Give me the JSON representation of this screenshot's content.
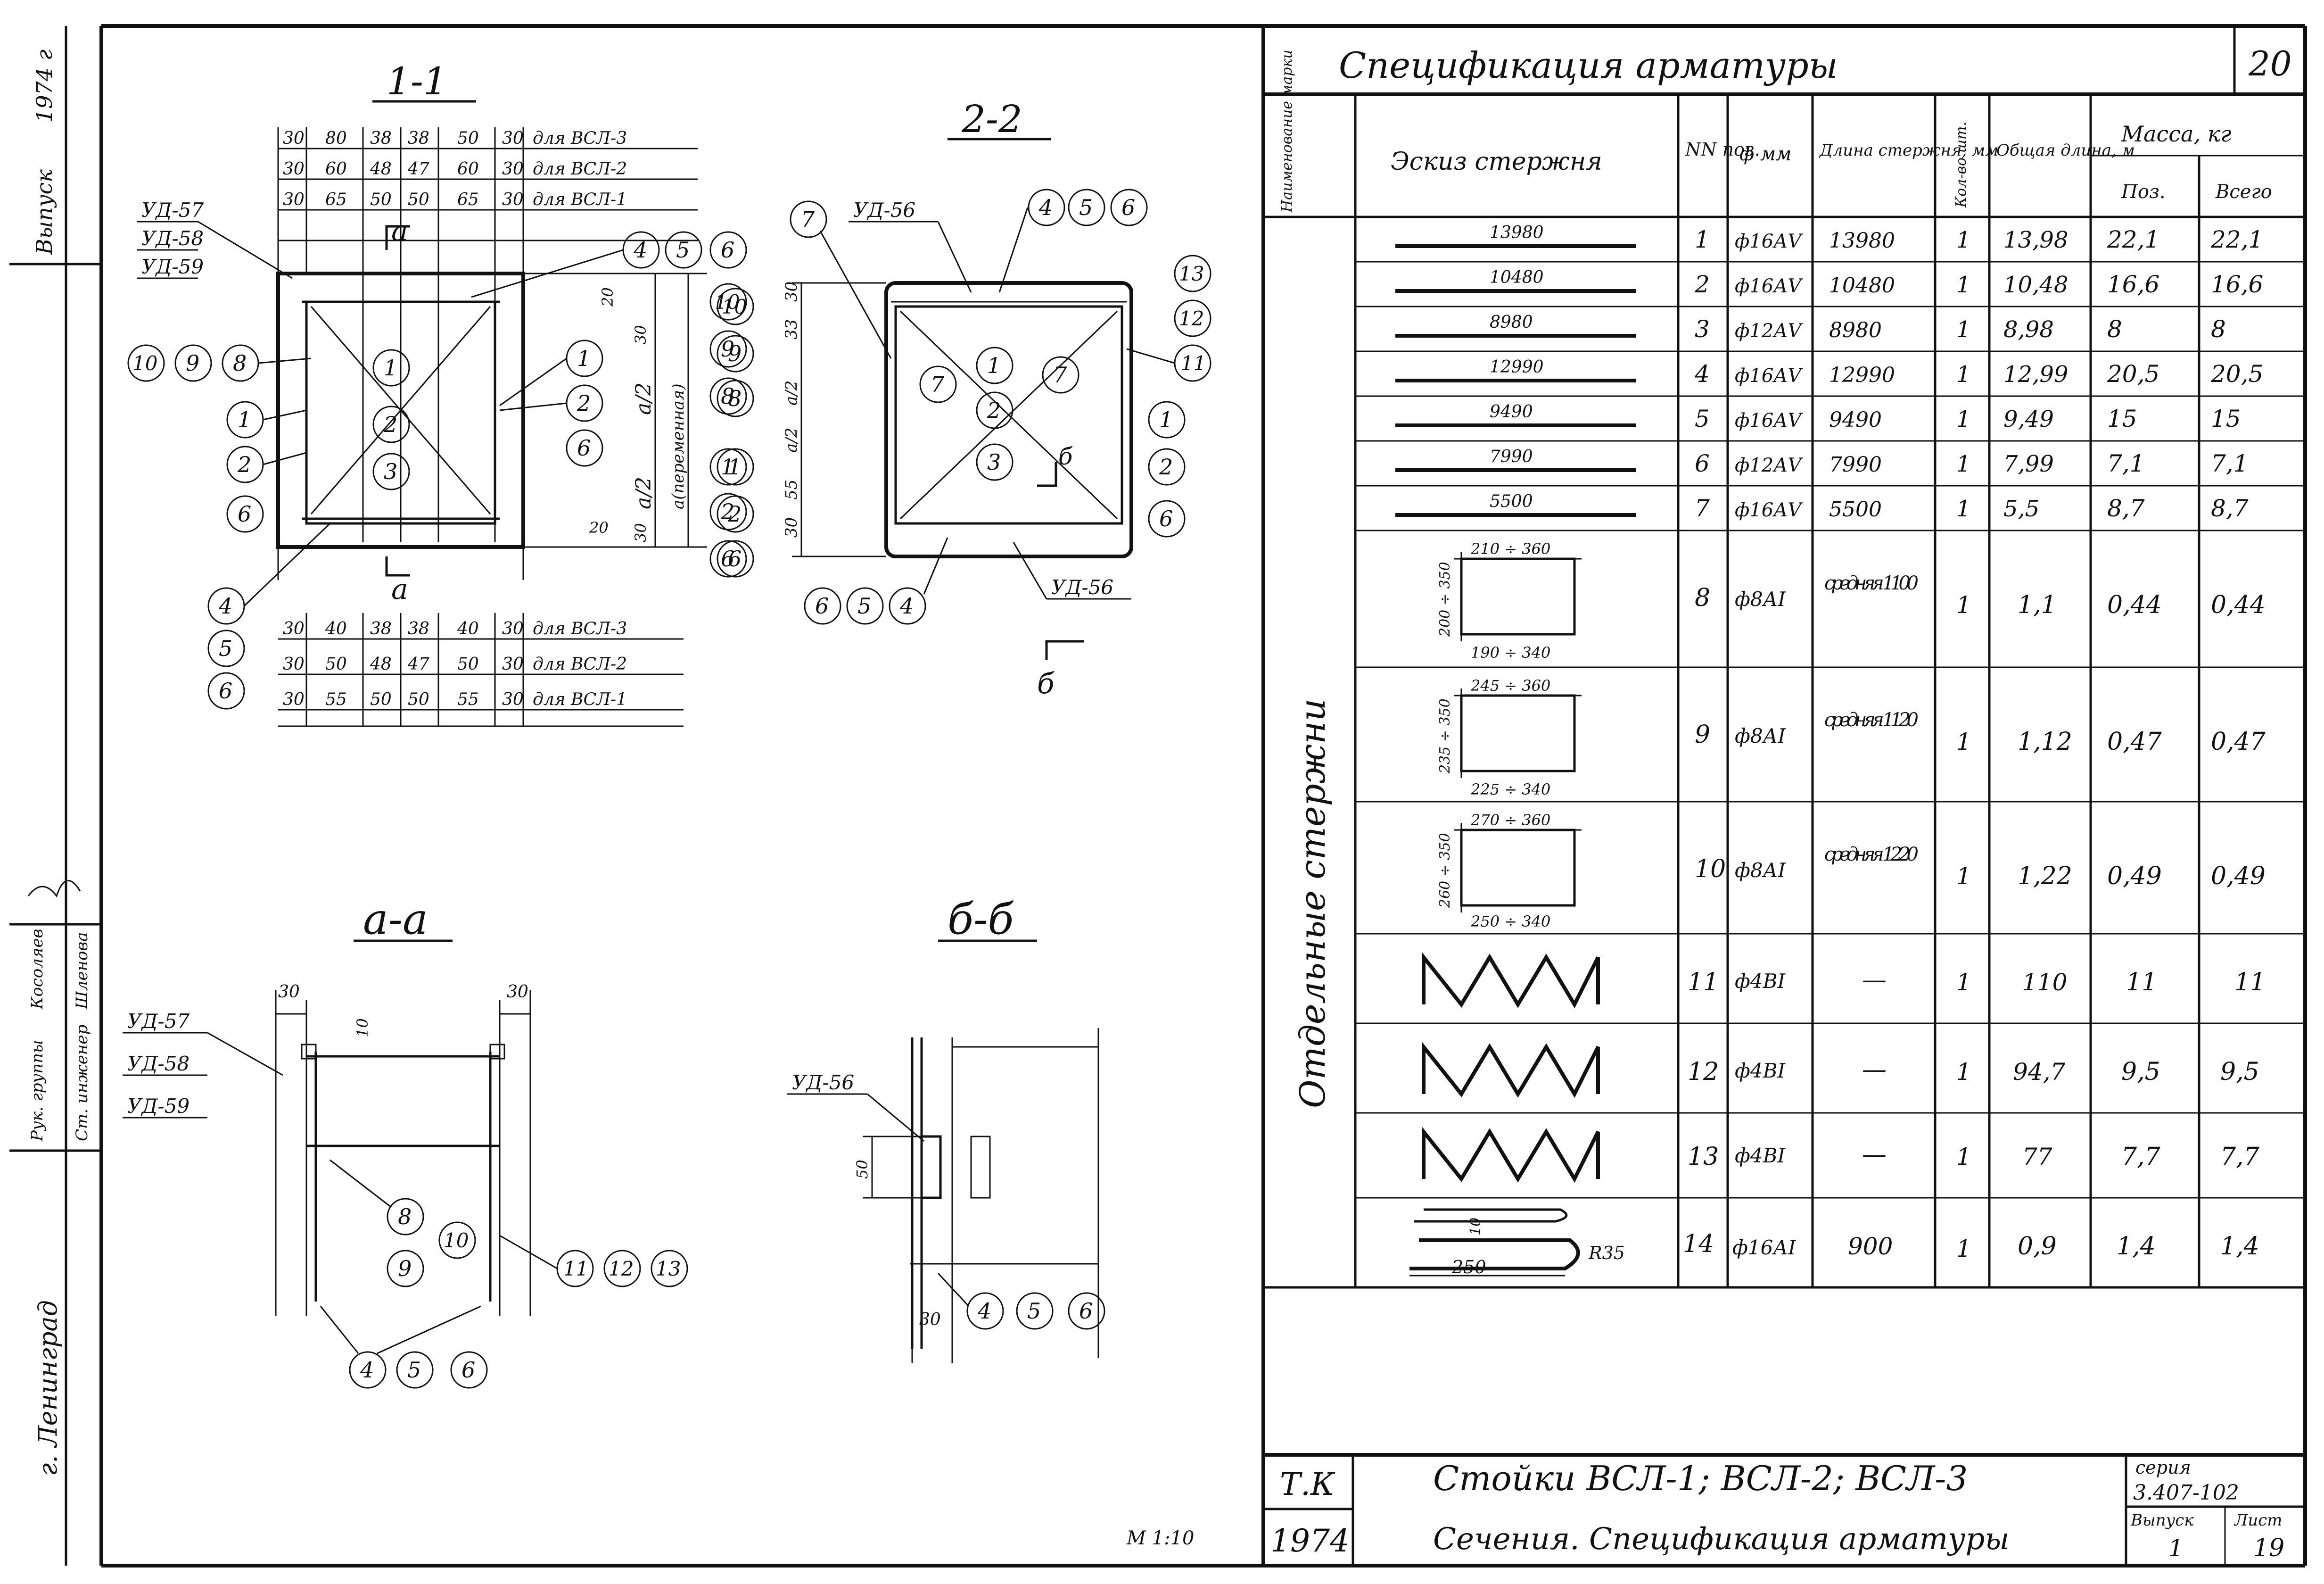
{
  "sheet_number": "20",
  "margin_stamp": {
    "year": "1974 г",
    "issue": "Выпуск",
    "roles": [
      "Рук. группы",
      "Ст. инженер"
    ],
    "names": [
      "Косоляев",
      "Шленова"
    ],
    "city": "г. Ленинград"
  },
  "sections": {
    "s11": "1-1",
    "s22": "2-2",
    "saa": "а-а",
    "sbb": "б-б",
    "cut_a": "а",
    "cut_b": "б"
  },
  "detail_labels": {
    "ud56": "УД-56",
    "ud57": "УД-57",
    "ud58": "УД-58",
    "ud59": "УД-59"
  },
  "dims_top": [
    {
      "cells": [
        "30",
        "80",
        "38",
        "38",
        "50",
        "30"
      ],
      "note": "для ВСЛ-3"
    },
    {
      "cells": [
        "30",
        "60",
        "48",
        "47",
        "60",
        "30"
      ],
      "note": "для ВСЛ-2"
    },
    {
      "cells": [
        "30",
        "65",
        "50",
        "50",
        "65",
        "30"
      ],
      "note": "для ВСЛ-1"
    }
  ],
  "dims_bottom": [
    {
      "cells": [
        "30",
        "40",
        "38",
        "38",
        "40",
        "30"
      ],
      "note": "для ВСЛ-3"
    },
    {
      "cells": [
        "30",
        "50",
        "48",
        "47",
        "50",
        "30"
      ],
      "note": "для ВСЛ-2"
    },
    {
      "cells": [
        "30",
        "55",
        "50",
        "50",
        "55",
        "30"
      ],
      "note": "для ВСЛ-1"
    }
  ],
  "dim_misc": {
    "a_half": "а/2",
    "a_var": "а(переменная)",
    "d30": "30",
    "d20": "20",
    "d10": "10",
    "d50": "50",
    "d33": "33",
    "d55": "55",
    "scale": "М 1:10"
  },
  "spec": {
    "title": "Спецификация    арматуры",
    "headers": {
      "name": "Наименование марки",
      "sketch": "Эскиз  стержня",
      "pos": "NN поз.",
      "dia": "ф мм",
      "length": "Длина стержня, мм",
      "qty": "Кол-во шт.",
      "total_len": "Общая длина, м",
      "mass": "Масса, кг",
      "mass_pos": "Поз.",
      "mass_total": "Всего"
    },
    "group_label": "Отдельные   стержни",
    "rows": [
      {
        "sketch": "13980",
        "pos": "1",
        "dia": "ф16АⅤ",
        "len": "13980",
        "qty": "1",
        "total": "13,98",
        "mpos": "22,1",
        "mall": "22,1"
      },
      {
        "sketch": "10480",
        "pos": "2",
        "dia": "ф16АⅤ",
        "len": "10480",
        "qty": "1",
        "total": "10,48",
        "mpos": "16,6",
        "mall": "16,6"
      },
      {
        "sketch": "8980",
        "pos": "3",
        "dia": "ф12АⅤ",
        "len": "8980",
        "qty": "1",
        "total": "8,98",
        "mpos": "8",
        "mall": "8"
      },
      {
        "sketch": "12990",
        "pos": "4",
        "dia": "ф16АⅤ",
        "len": "12990",
        "qty": "1",
        "total": "12,99",
        "mpos": "20,5",
        "mall": "20,5"
      },
      {
        "sketch": "9490",
        "pos": "5",
        "dia": "ф16АⅤ",
        "len": "9490",
        "qty": "1",
        "total": "9,49",
        "mpos": "15",
        "mall": "15"
      },
      {
        "sketch": "7990",
        "pos": "6",
        "dia": "ф12АⅤ",
        "len": "7990",
        "qty": "1",
        "total": "7,99",
        "mpos": "7,1",
        "mall": "7,1"
      },
      {
        "sketch": "5500",
        "pos": "7",
        "dia": "ф16АⅤ",
        "len": "5500",
        "qty": "1",
        "total": "5,5",
        "mpos": "8,7",
        "mall": "8,7"
      },
      {
        "sketch_top": "210 ÷ 360",
        "sketch_side": "200 ÷ 350",
        "sketch_bot": "190 ÷ 340",
        "pos": "8",
        "dia": "ф8АI",
        "len": "средняя 1100",
        "qty": "1",
        "total": "1,1",
        "mpos": "0,44",
        "mall": "0,44"
      },
      {
        "sketch_top": "245 ÷ 360",
        "sketch_side": "235 ÷ 350",
        "sketch_bot": "225 ÷ 340",
        "pos": "9",
        "dia": "ф8АI",
        "len": "средняя 1120",
        "qty": "1",
        "total": "1,12",
        "mpos": "0,47",
        "mall": "0,47"
      },
      {
        "sketch_top": "270 ÷ 360",
        "sketch_side": "260 ÷ 350",
        "sketch_bot": "250 ÷ 340",
        "pos": "10",
        "dia": "ф8АI",
        "len": "средняя 1220",
        "qty": "1",
        "total": "1,22",
        "mpos": "0,49",
        "mall": "0,49"
      },
      {
        "pos": "11",
        "dia": "ф4ВI",
        "len": "—",
        "qty": "1",
        "total": "110",
        "mpos": "11",
        "mall": "11"
      },
      {
        "pos": "12",
        "dia": "ф4ВI",
        "len": "—",
        "qty": "1",
        "total": "94,7",
        "mpos": "9,5",
        "mall": "9,5"
      },
      {
        "pos": "13",
        "dia": "ф4ВI",
        "len": "—",
        "qty": "1",
        "total": "77",
        "mpos": "7,7",
        "mall": "7,7"
      },
      {
        "sketch_a": "250",
        "sketch_b": "R35",
        "sketch_c": "10",
        "pos": "14",
        "dia": "ф16АI",
        "len": "900",
        "qty": "1",
        "total": "0,9",
        "mpos": "1,4",
        "mall": "1,4"
      }
    ]
  },
  "title_block": {
    "org": "Т.К",
    "year": "1974",
    "title1": "Стойки   ВСЛ-1;  ВСЛ-2;  ВСЛ-3",
    "title2": "Сечения. Спецификация   арматуры",
    "series_label": "серия",
    "series": "3.407-102",
    "issue_label": "Выпуск",
    "issue": "1",
    "sheet_label": "Лист",
    "sheet": "19"
  }
}
